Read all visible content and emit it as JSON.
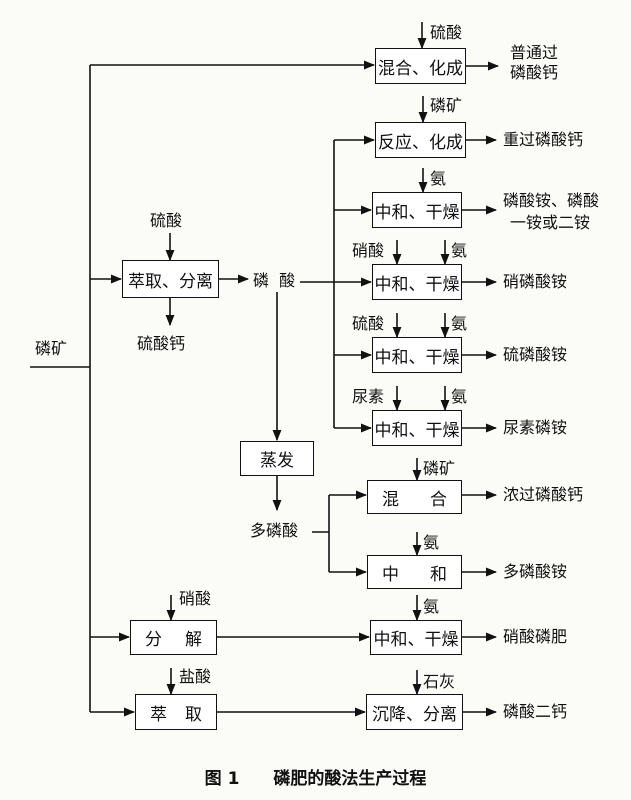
{
  "diagram": {
    "input": "磷矿",
    "left_boxes": {
      "extract_separate": "萃取、分离",
      "evaporate": "蒸发",
      "decompose": [
        "分",
        "解"
      ],
      "extract": [
        "萃",
        "取"
      ]
    },
    "right_boxes": {
      "mix_cure_1": "混合、化成",
      "react_cure": "反应、化成",
      "neutralize_dry_1": "中和、干燥",
      "neutralize_dry_2": "中和、干燥",
      "neutralize_dry_3": "中和、干燥",
      "neutralize_dry_4": "中和、干燥",
      "mix": [
        "混",
        "合"
      ],
      "neutralize": [
        "中",
        "和"
      ],
      "neutralize_dry_5": "中和、干燥",
      "precipitate_separate": "沉降、分离"
    },
    "intermediates": {
      "phosphoric_acid": "磷  酸",
      "polyphosphoric_acid": "多磷酸"
    },
    "reagents": {
      "sulfuric_top": "硫酸",
      "phosphate_rock_react": "磷矿",
      "ammonia_1": "氨",
      "nitric_1": "硝酸",
      "ammonia_2": "氨",
      "sulfuric_2": "硫酸",
      "ammonia_3": "氨",
      "urea": "尿素",
      "ammonia_4": "氨",
      "phosphate_rock_mix": "磷矿",
      "ammonia_5": "氨",
      "ammonia_6": "氨",
      "lime": "石灰",
      "sulfuric_extract": "硫酸",
      "nitric_decompose": "硝酸",
      "hydrochloric": "盐酸"
    },
    "byproducts": {
      "calcium_sulfate": "硫酸钙"
    },
    "products": {
      "superphosphate": [
        "普通过",
        "磷酸钙"
      ],
      "triple_superphosphate": "重过磷酸钙",
      "ammonium_phosphate": [
        "磷酸铵、磷酸",
        "一铵或二铵"
      ],
      "nitro_ammonium_phosphate": "硝磷酸铵",
      "sulfo_ammonium_phosphate": "硫磷酸铵",
      "urea_ammonium_phosphate": "尿素磷铵",
      "concentrated_superphosphate": "浓过磷酸钙",
      "ammonium_polyphosphate": "多磷酸铵",
      "nitrophosphate": "硝酸磷肥",
      "dicalcium_phosphate": "磷酸二钙"
    }
  },
  "caption": {
    "number": "图 1",
    "title": "磷肥的酸法生产过程"
  }
}
